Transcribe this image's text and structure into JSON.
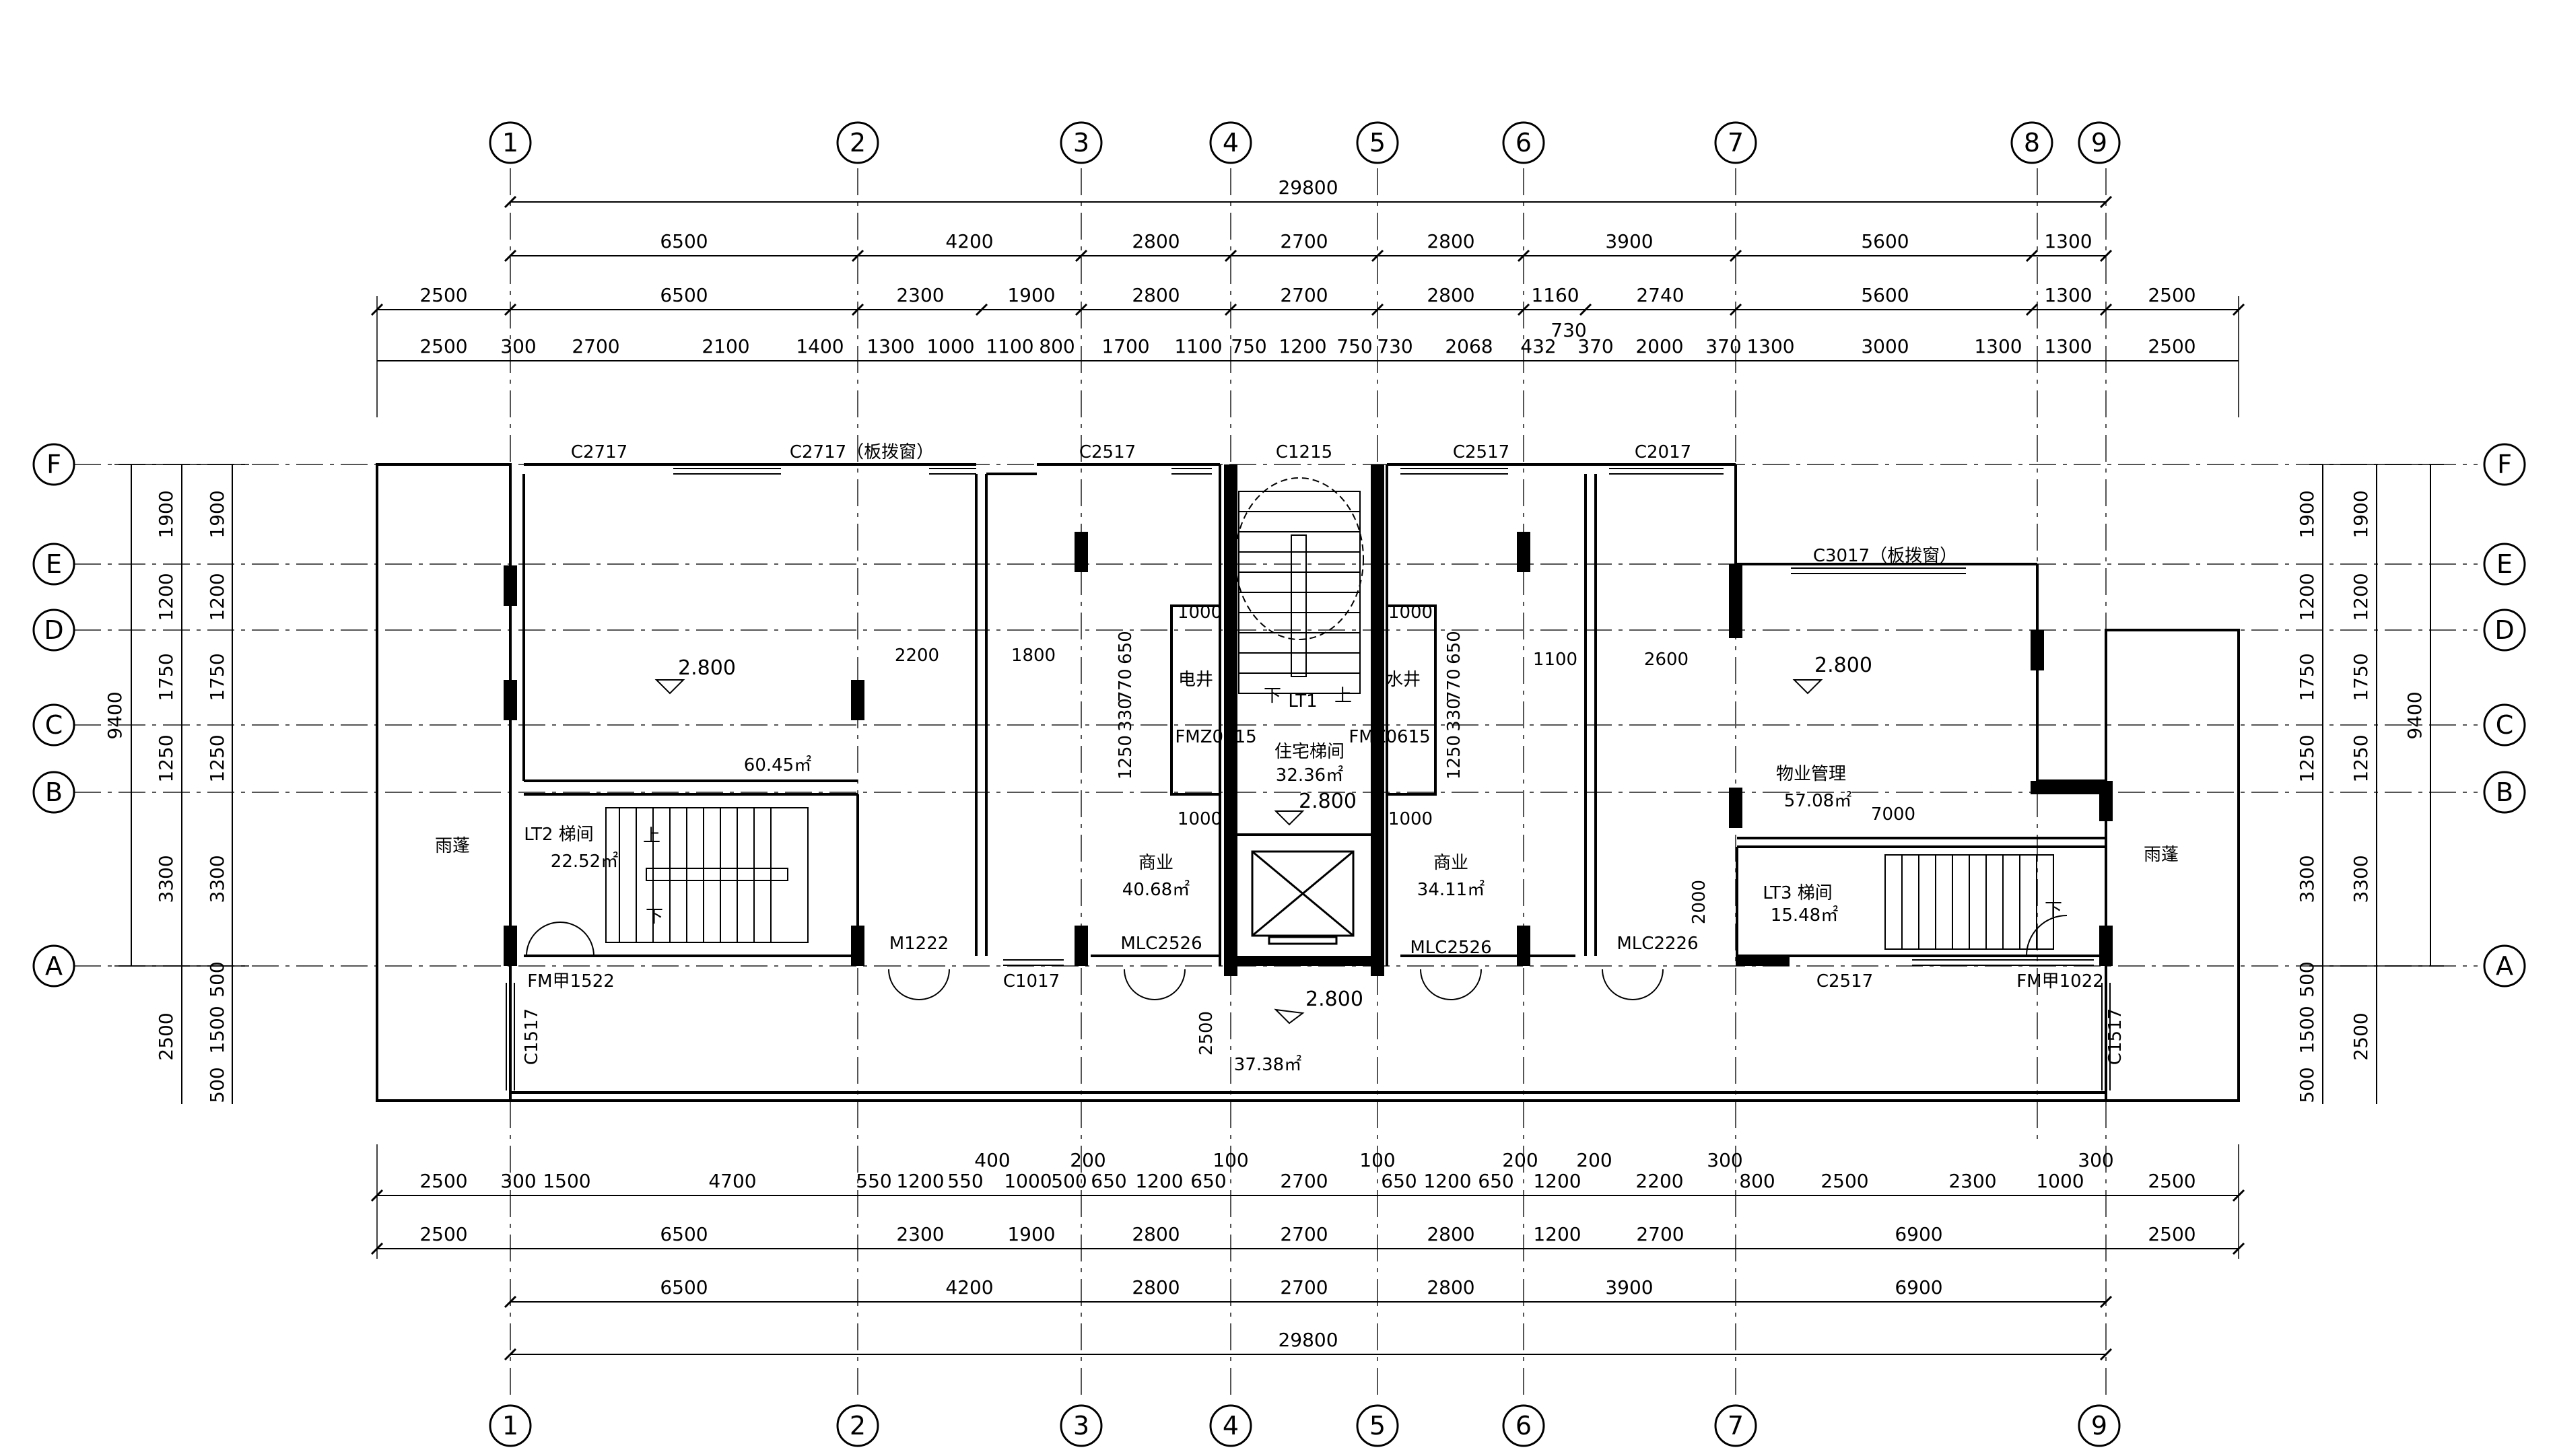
{
  "axes": {
    "columns": [
      "1",
      "2",
      "3",
      "4",
      "5",
      "6",
      "7",
      "8",
      "9"
    ],
    "rows": [
      "F",
      "E",
      "D",
      "C",
      "B",
      "A"
    ]
  },
  "dims_top": {
    "total": "29800",
    "row1": [
      "6500",
      "4200",
      "2800",
      "2700",
      "2800",
      "3900",
      "5600",
      "1300"
    ],
    "row2": [
      "2500",
      "6500",
      "2300",
      "1900",
      "2800",
      "2700",
      "2800",
      "1160",
      "2740",
      "5600",
      "1300",
      "2500"
    ],
    "extra": "730",
    "row3": [
      "2500",
      "300",
      "2700",
      "2100",
      "1400",
      "1300",
      "1000",
      "1100",
      "800",
      "1700",
      "1100",
      "750",
      "1200",
      "750",
      "730",
      "2068",
      "432",
      "370",
      "2000",
      "370",
      "1300",
      "3000",
      "1300",
      "1300",
      "2500"
    ]
  },
  "dims_bottom": {
    "top_small": [
      "400",
      "200",
      "100",
      "100",
      "200",
      "200",
      "300",
      "300"
    ],
    "row1": [
      "2500",
      "300",
      "1500",
      "4700",
      "550",
      "1200",
      "550",
      "1000",
      "500",
      "650",
      "1200",
      "650",
      "2700",
      "650",
      "1200",
      "650",
      "1200",
      "2200",
      "800",
      "2500",
      "2300",
      "1000",
      "2500"
    ],
    "row2": [
      "2500",
      "6500",
      "2300",
      "1900",
      "2800",
      "2700",
      "2800",
      "1200",
      "2700",
      "6900",
      "2500"
    ],
    "row3": [
      "6500",
      "4200",
      "2800",
      "2700",
      "2800",
      "3900",
      "6900"
    ],
    "total": "29800"
  },
  "dims_left": {
    "total": "9400",
    "outer": [
      "1900",
      "1200",
      "1750",
      "1250",
      "3300"
    ],
    "inner": [
      "1900",
      "1200",
      "1750",
      "1250",
      "3300",
      "500",
      "1500",
      "500"
    ],
    "far": "2500"
  },
  "dims_right": {
    "total": "9400",
    "inner": [
      "1900",
      "1200",
      "1750",
      "1250",
      "3300",
      "500",
      "1500",
      "500"
    ],
    "outer": [
      "1900",
      "1200",
      "1750",
      "1250",
      "3300",
      "2500"
    ]
  },
  "windows": {
    "c2717a": "C2717",
    "c2717b": "C2717（板拨窗）",
    "c2517a": "C2517",
    "c1215": "C1215",
    "c2517b": "C2517",
    "c2017": "C2017",
    "c3017": "C3017（板拨窗）",
    "c1517l": "C1517",
    "c1517r": "C1517",
    "c1017": "C1017",
    "c2517c": "C2517"
  },
  "doors": {
    "fm1522": "FM甲1522",
    "m1222": "M1222",
    "mlc2526a": "MLC2526",
    "mlc2526b": "MLC2526",
    "mlc2226": "MLC2226",
    "fm1022": "FM甲1022",
    "fmz0615a": "FMZ0615",
    "fmz0615b": "FMZ0615"
  },
  "rooms": {
    "canopy_left": "雨蓬",
    "canopy_right": "雨蓬",
    "hall_area": "60.45㎡",
    "lt2_name": "LT2 梯间",
    "lt2_area": "22.52㎡",
    "shop1_name": "商业",
    "shop1_area": "40.68㎡",
    "stair_name": "住宅梯间",
    "stair_area": "32.36㎡",
    "lt1": "LT1",
    "elec": "电井",
    "water": "水井",
    "shop2_name": "商业",
    "shop2_area": "34.11㎡",
    "mgmt_name": "物业管理",
    "mgmt_area": "57.08㎡",
    "lt3_name": "LT3 梯间",
    "lt3_area": "15.48㎡",
    "front_area": "37.38㎡",
    "up": "上",
    "down": "下"
  },
  "elevations": [
    "2.800",
    "2.800",
    "2.800",
    "2.800"
  ],
  "inner_dims": [
    "2200",
    "1800",
    "1000",
    "1000",
    "1000",
    "1000",
    "650",
    "770",
    "330",
    "1250",
    "650",
    "770",
    "330",
    "1250",
    "1100",
    "2600",
    "7000",
    "2000",
    "2500"
  ]
}
